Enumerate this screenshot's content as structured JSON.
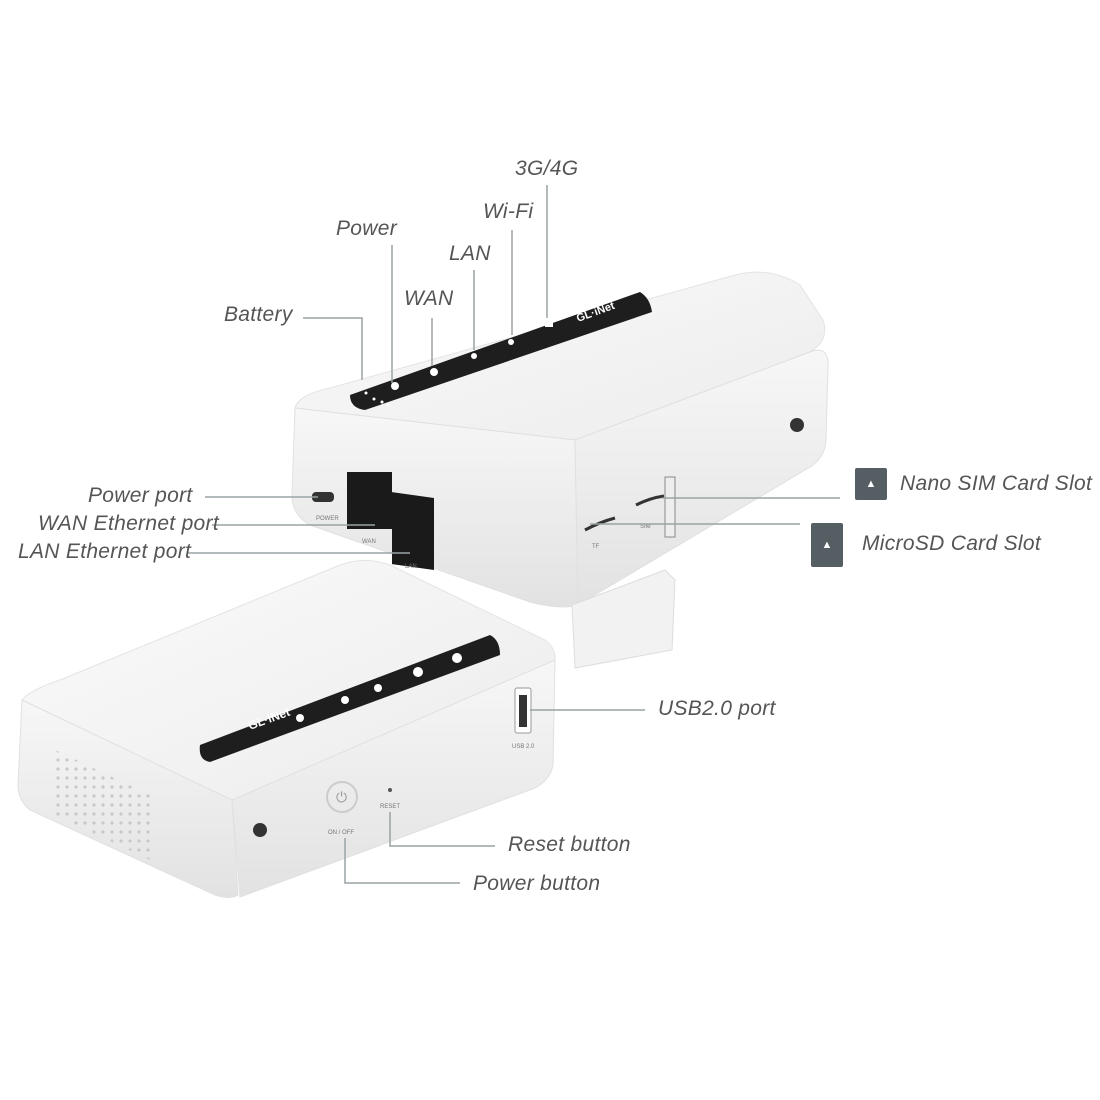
{
  "labels": {
    "g34": "3G/4G",
    "wifi": "Wi-Fi",
    "lan": "LAN",
    "power": "Power",
    "wan": "WAN",
    "battery": "Battery",
    "power_port": "Power port",
    "wan_eth": "WAN Ethernet port",
    "lan_eth": "LAN Ethernet port",
    "nano_sim": "Nano SIM Card Slot",
    "microsd": "MicroSD Card Slot",
    "usb": "USB2.0 port",
    "reset": "Reset button",
    "power_button": "Power button"
  },
  "device_markings": {
    "brand": "GL·iNet",
    "port_power": "POWER",
    "port_wan": "WAN",
    "port_lan": "LAN",
    "slot_tf": "TF",
    "slot_sim": "SIM",
    "usb": "USB 2.0",
    "on_off": "ON / OFF",
    "reset": "RESET"
  },
  "colors": {
    "label": "#555555",
    "line": "#9aa3a6",
    "icon": "#555e63",
    "led_panel": "#1e1e1e"
  }
}
